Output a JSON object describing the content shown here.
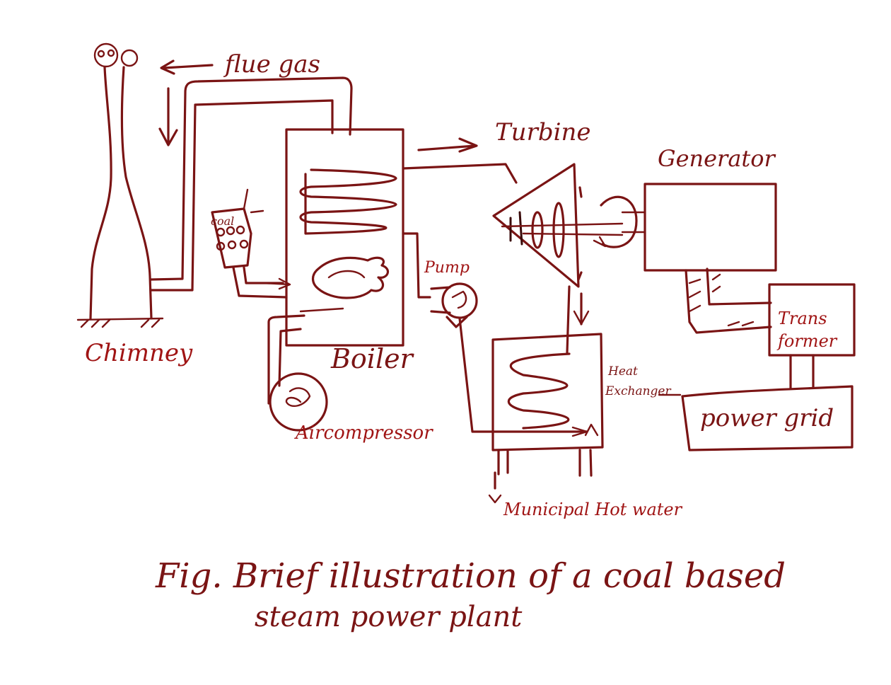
{
  "diagram": {
    "labels": {
      "flue_gas": "flue gas",
      "turbine": "Turbine",
      "generator": "Generator",
      "coal": "coal",
      "pump": "Pump",
      "chimney": "Chimney",
      "boiler": "Boiler",
      "air_compressor": "Aircompressor",
      "heat_exchanger_line1": "Heat",
      "heat_exchanger_line2": "Exchanger",
      "transformer_line1": "Trans",
      "transformer_line2": "former",
      "power_grid": "power grid",
      "municipal_hot_water": "Municipal Hot water"
    },
    "caption": {
      "line1": "Fig.  Brief  illustration  of  a  coal based",
      "line2": "steam power plant"
    },
    "colors": {
      "ink": "#7a1414",
      "ink_dark": "#3a0a0a",
      "ink_red": "#b01818",
      "background": "#ffffff"
    }
  }
}
